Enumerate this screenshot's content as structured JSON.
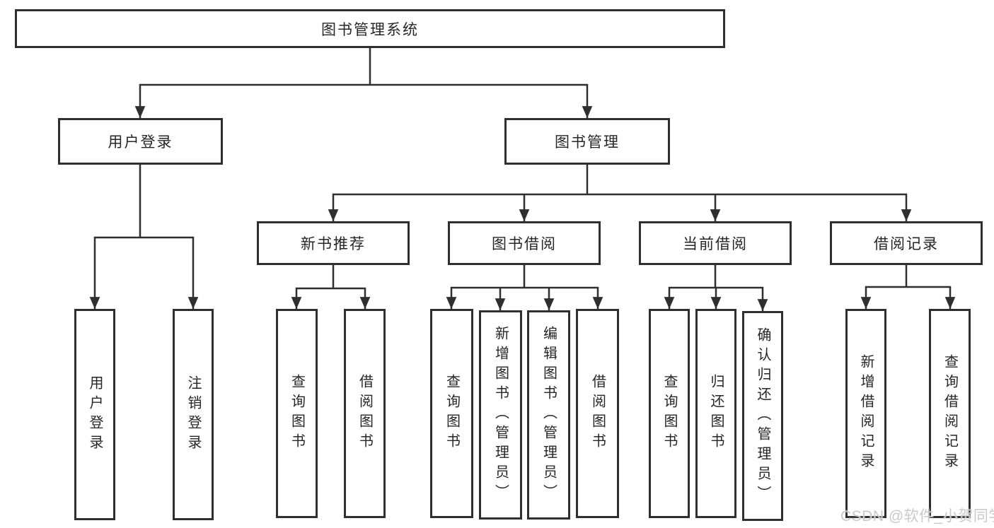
{
  "diagram": {
    "tree": {
      "root": {
        "label": "图书管理系统",
        "children": [
          {
            "label": "用户登录",
            "children": [
              {
                "label": "用户登录"
              },
              {
                "label": "注销登录"
              }
            ]
          },
          {
            "label": "图书管理",
            "children": [
              {
                "label": "新书推荐",
                "children": [
                  {
                    "label": "查询图书"
                  },
                  {
                    "label": "借阅图书"
                  }
                ]
              },
              {
                "label": "图书借阅",
                "children": [
                  {
                    "label": "查询图书"
                  },
                  {
                    "label": "新增图书（管理员）"
                  },
                  {
                    "label": "编辑图书（管理员）"
                  },
                  {
                    "label": "借阅图书"
                  }
                ]
              },
              {
                "label": "当前借阅",
                "children": [
                  {
                    "label": "查询图书"
                  },
                  {
                    "label": "归还图书"
                  },
                  {
                    "label": "确认归还（管理员）"
                  }
                ]
              },
              {
                "label": "借阅记录",
                "children": [
                  {
                    "label": "新增借阅记录"
                  },
                  {
                    "label": "查询借阅记录"
                  }
                ]
              }
            ]
          }
        ]
      }
    }
  },
  "watermark": {
    "text": "CSDN @软件_小贺同学"
  },
  "colors": {
    "line": "#2f2f2f",
    "text": "#262626",
    "background": "#ffffff",
    "watermark": "#c9c9c9"
  }
}
